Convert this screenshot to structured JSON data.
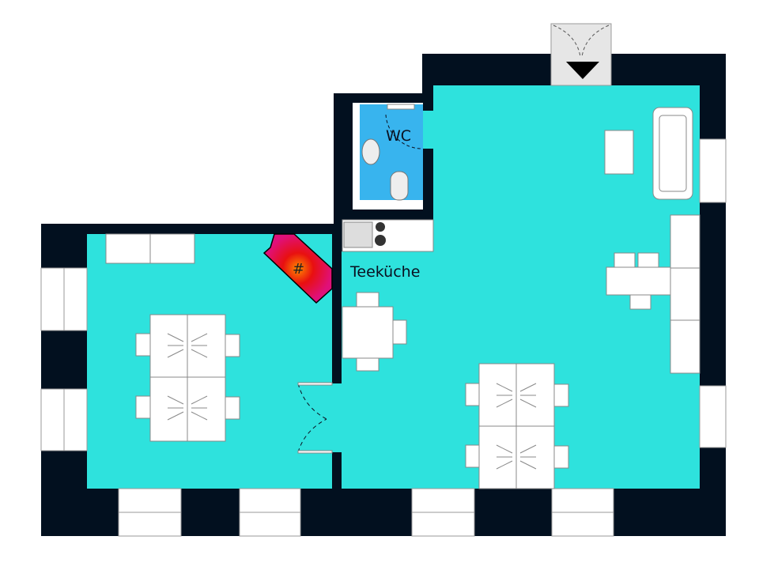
{
  "plan": {
    "rooms": [
      {
        "id": "wc",
        "label": "WC"
      },
      {
        "id": "kitchen",
        "label": "Teeküche"
      }
    ]
  },
  "colors": {
    "wall": "#02101f",
    "floor": "#2ee2dd",
    "wc_floor": "#38b4ee",
    "furniture": "#ffffff",
    "fireplace": "#e0107a",
    "entrance": "#e6e6e6"
  }
}
